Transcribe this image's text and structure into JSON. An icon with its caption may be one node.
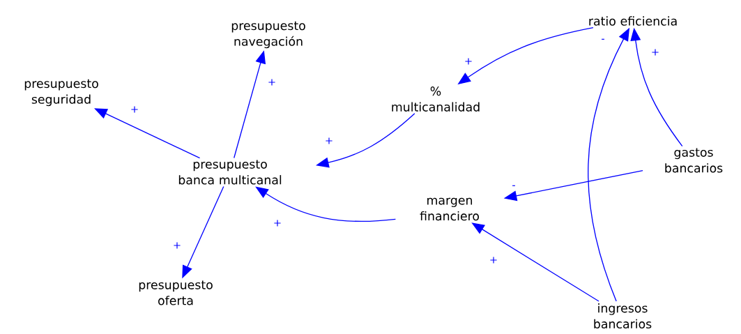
{
  "diagram": {
    "nodes": [
      {
        "text": [
          "presupuesto navegación"
        ]
      },
      {
        "text": [
          "presupuesto seguridad"
        ]
      },
      {
        "text": [
          "ratio eficiencia"
        ]
      },
      {
        "text": [
          "% multicanalidad"
        ]
      },
      {
        "text": [
          "presupuesto banca multicanal"
        ]
      },
      {
        "text": [
          "gastos bancarios"
        ]
      },
      {
        "text": [
          "margen financiero"
        ]
      },
      {
        "text": [
          "presupuesto oferta"
        ]
      },
      {
        "text": [
          "ingresos bancarios"
        ]
      }
    ],
    "edges": [
      {
        "from": 4,
        "to": 0,
        "arrow": "to",
        "label": "+"
      },
      {
        "from": 4,
        "to": 1,
        "arrow": "to",
        "label": "+"
      },
      {
        "from": 4,
        "to": 7,
        "arrow": "to",
        "label": "+"
      },
      {
        "from": 2,
        "to": 3,
        "arrow": "to",
        "label": "+"
      },
      {
        "from": 3,
        "to": 4,
        "arrow": "to",
        "label": "+"
      },
      {
        "from": 6,
        "to": 4,
        "arrow": "to",
        "label": "+"
      },
      {
        "from": 5,
        "to": 6,
        "arrow": "to",
        "label": "-"
      },
      {
        "from": 8,
        "to": 6,
        "arrow": "to",
        "label": "+"
      },
      {
        "from": 8,
        "to": 2,
        "arrow": "to",
        "label": "-"
      },
      {
        "from": 5,
        "to": 2,
        "arrow": "to",
        "label": "+"
      }
    ]
  }
}
